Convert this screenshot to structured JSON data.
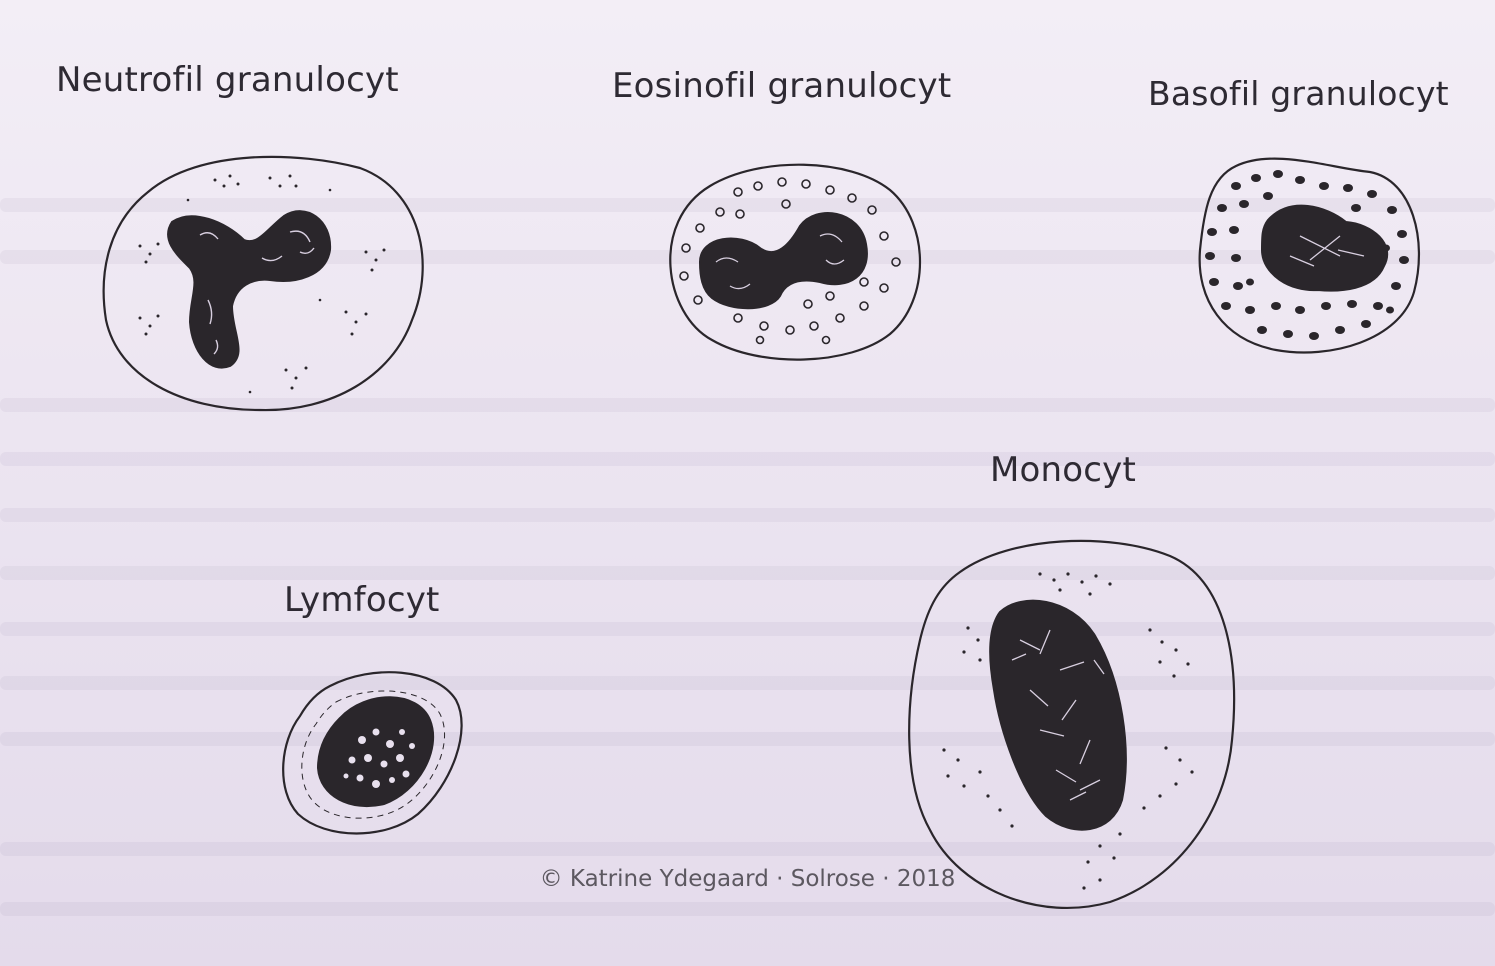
{
  "labels": {
    "neutrophil": "Neutrofil granulocyt",
    "eosinophil": "Eosinofil granulocyt",
    "basophil": "Basofil granulocyt",
    "monocyte": "Monocyt",
    "lymphocyte": "Lymfocyt"
  },
  "copyright": "© Katrine Ydegaard · Solrose · 2018",
  "colors": {
    "ink": "#2a262b",
    "paper": "#efe8f4"
  }
}
